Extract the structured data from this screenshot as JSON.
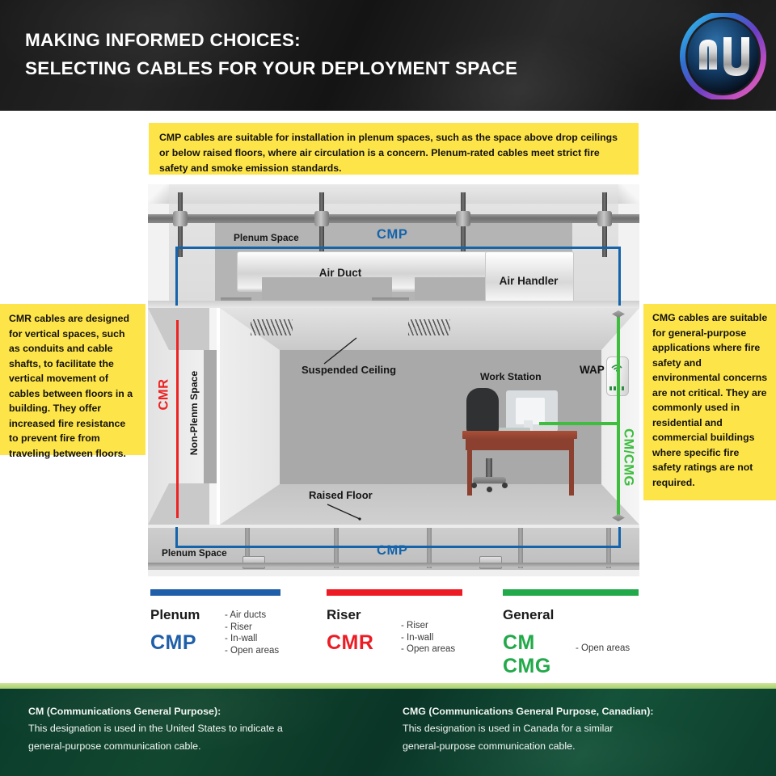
{
  "header": {
    "title_line1": "MAKING INFORMED CHOICES:",
    "title_line2": "SELECTING CABLES FOR YOUR DEPLOYMENT SPACE",
    "logo_alt": "nl-logo"
  },
  "callouts": {
    "top": "CMP cables are suitable for installation in plenum spaces, such as the space above drop ceilings or below raised floors, where air circulation is a concern. Plenum-rated cables meet strict fire safety and smoke emission standards.",
    "left": "CMR cables are designed for vertical spaces, such as conduits and cable shafts, to facilitate the vertical movement of cables between floors in a building. They offer increased fire resistance to prevent fire from traveling between floors.",
    "right": "CMG cables are suitable for general-purpose applications where fire safety and environmental concerns are not critical. They are commonly used in residential and commercial buildings where specific fire safety ratings are not required."
  },
  "diagram": {
    "plenum_upper_label": "Plenum Space",
    "cmp_upper_label": "CMP",
    "air_duct_label": "Air Duct",
    "air_handler_label": "Air Handler",
    "cmr_label": "CMR",
    "non_plenum_label": "Non-Plenm Space",
    "suspended_ceiling_label": "Suspended Ceiling",
    "raised_floor_label": "Raised Floor",
    "work_station_label": "Work Station",
    "wap_label": "WAP",
    "cmg_label": "CM/CMG",
    "plenum_lower_label": "Plenum Space",
    "cmp_lower_label": "CMP"
  },
  "legend": [
    {
      "name": "Plenum",
      "code": "CMP",
      "color": "#1f5fa9",
      "items": [
        "- Air ducts",
        "- Riser",
        "- In-wall",
        "- Open areas"
      ]
    },
    {
      "name": "Riser",
      "code": "CMR",
      "color": "#ed1c24",
      "items": [
        "- Riser",
        "- In-wall",
        "- Open areas"
      ]
    },
    {
      "name": "General",
      "code": "CM",
      "code2": "CMG",
      "color": "#22a94a",
      "items": [
        "- Open areas"
      ]
    }
  ],
  "footer": {
    "left_heading": "CM (Communications General Purpose):",
    "left_body_line1": "This designation is used in the United States to indicate a",
    "left_body_line2": "general-purpose communication cable.",
    "right_heading": "CMG (Communications General Purpose, Canadian):",
    "right_body_line1": "This designation is used in Canada for a similar",
    "right_body_line2": "general-purpose communication cable."
  },
  "colors": {
    "yellow": "#FDE549",
    "cmp_blue": "#1463ab",
    "cmr_red": "#ee2222",
    "cmg_green": "#3ebd3e",
    "header_dark": "#1a1a1a",
    "footer_green": "#0b3d2c"
  }
}
